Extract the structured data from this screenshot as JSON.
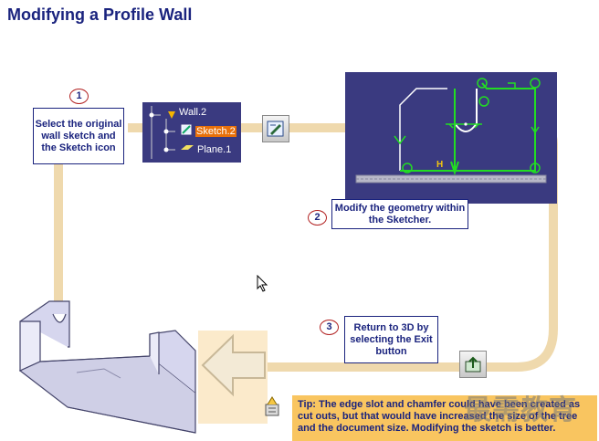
{
  "page": {
    "title": "Modifying a Profile Wall"
  },
  "steps": [
    {
      "number": "1",
      "text": "Select the original wall sketch and the Sketch icon"
    },
    {
      "number": "2",
      "text": "Modify the geometry within the Sketcher."
    },
    {
      "number": "3",
      "text": "Return to 3D by selecting the Exit button"
    }
  ],
  "tree": {
    "items": [
      "Wall.2",
      "Sketch.2",
      "Plane.1"
    ]
  },
  "tip": {
    "text": "Tip: The edge slot and chamfer could have been created as cut outs, but that would have increased the size of the tree and the document size.  Modifying the sketch is better."
  },
  "watermark": {
    "text": "最需教育"
  },
  "sketch": {
    "dim_label": "H"
  },
  "colors": {
    "title": "#1a237e",
    "step_ring": "#b22222",
    "flow": "#efd9ad",
    "tip_bg": "#f9c560",
    "sketch_bg": "#3a3a80",
    "tree_highlight": "#e8700a"
  },
  "icons": [
    "sketch-icon",
    "exit-workbench-icon",
    "tip-icon",
    "mouse-cursor-icon",
    "arrow-left-icon"
  ]
}
